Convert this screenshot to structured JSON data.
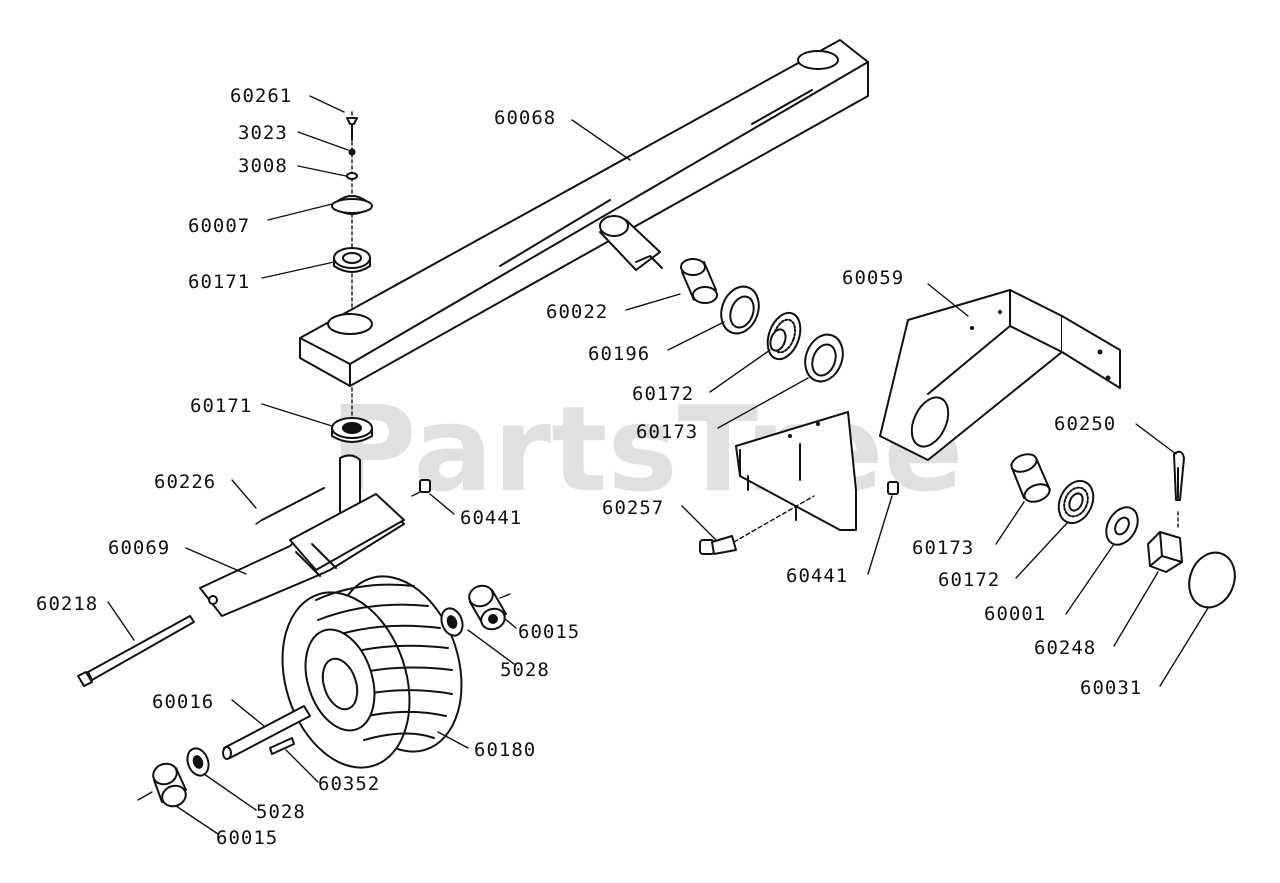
{
  "watermark": "PartsTree",
  "labels": {
    "p60261": "60261",
    "p3023": "3023",
    "p3008": "3008",
    "p60007": "60007",
    "p60171_top": "60171",
    "p60171_bot": "60171",
    "p60068": "60068",
    "p60022": "60022",
    "p60196": "60196",
    "p60172_a": "60172",
    "p60173_a": "60173",
    "p60059": "60059",
    "p60250": "60250",
    "p60226": "60226",
    "p60441_a": "60441",
    "p60069": "60069",
    "p60218": "60218",
    "p60015_a": "60015",
    "p5028_a": "5028",
    "p60016": "60016",
    "p60180": "60180",
    "p60352": "60352",
    "p5028_b": "5028",
    "p60015_b": "60015",
    "p60257": "60257",
    "p60441_b": "60441",
    "p60173_b": "60173",
    "p60172_b": "60172",
    "p60001": "60001",
    "p60248": "60248",
    "p60031": "60031"
  }
}
